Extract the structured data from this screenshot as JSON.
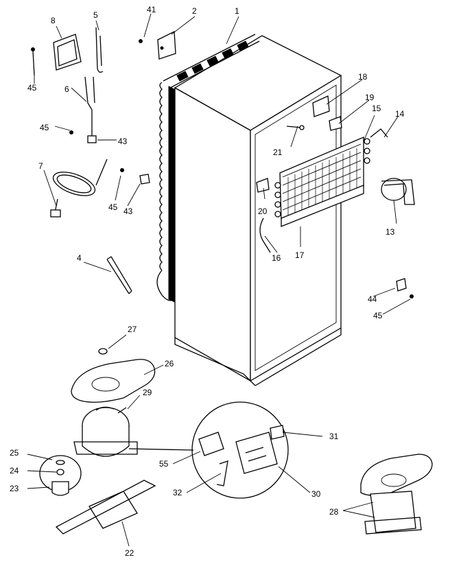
{
  "callouts": [
    {
      "id": "1"
    },
    {
      "id": "2"
    },
    {
      "id": "4"
    },
    {
      "id": "5"
    },
    {
      "id": "6"
    },
    {
      "id": "7"
    },
    {
      "id": "8"
    },
    {
      "id": "13"
    },
    {
      "id": "14"
    },
    {
      "id": "15"
    },
    {
      "id": "16"
    },
    {
      "id": "17"
    },
    {
      "id": "18"
    },
    {
      "id": "19"
    },
    {
      "id": "20"
    },
    {
      "id": "21"
    },
    {
      "id": "22"
    },
    {
      "id": "23"
    },
    {
      "id": "24"
    },
    {
      "id": "25"
    },
    {
      "id": "26"
    },
    {
      "id": "27"
    },
    {
      "id": "28"
    },
    {
      "id": "29"
    },
    {
      "id": "30"
    },
    {
      "id": "31"
    },
    {
      "id": "32"
    },
    {
      "id": "41"
    },
    {
      "id": "43"
    },
    {
      "id": "43b"
    },
    {
      "id": "44"
    },
    {
      "id": "45"
    },
    {
      "id": "45b"
    },
    {
      "id": "45c"
    },
    {
      "id": "45d"
    },
    {
      "id": "55"
    }
  ],
  "labels": {
    "l1": "1",
    "l2": "2",
    "l4": "4",
    "l5": "5",
    "l6": "6",
    "l7": "7",
    "l8": "8",
    "l13": "13",
    "l14": "14",
    "l15": "15",
    "l16": "16",
    "l17": "17",
    "l18": "18",
    "l19": "19",
    "l20": "20",
    "l21": "21",
    "l22": "22",
    "l23": "23",
    "l24": "24",
    "l25": "25",
    "l26": "26",
    "l27": "27",
    "l28": "28",
    "l29": "29",
    "l30": "30",
    "l31": "31",
    "l32": "32",
    "l41": "41",
    "l43": "43",
    "l43b": "43",
    "l44": "44",
    "l45": "45",
    "l45b": "45",
    "l45c": "45",
    "l45d": "45",
    "l55": "55"
  }
}
